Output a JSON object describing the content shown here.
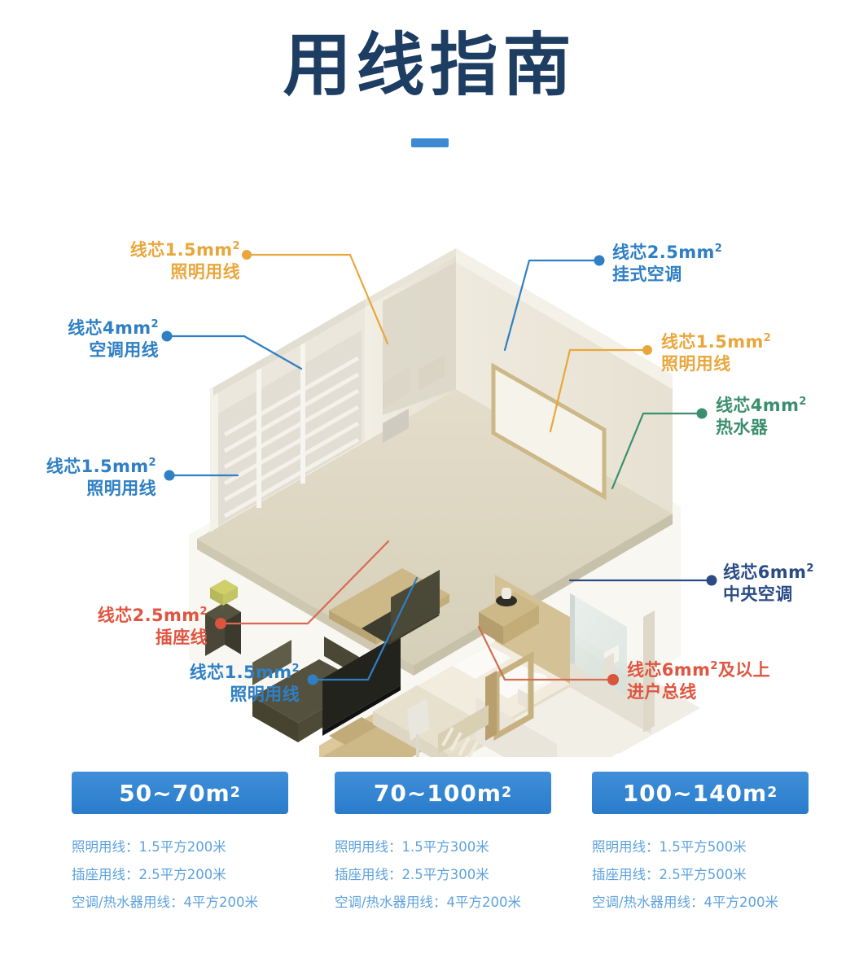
{
  "header": {
    "title": "用线指南",
    "accent_color": "#3c8bd2",
    "title_color": "#1d3d63"
  },
  "illustration": {
    "alt": "isometric cutaway apartment showing living room, bedroom, bathroom and balcony with wiring callouts",
    "palette": {
      "floor": "#ded7c1",
      "wall_light": "#efece1",
      "wall_shade": "#d9d4c6",
      "wood": "#cdb887",
      "dark_furniture": "#4d4a38",
      "glass": "#dfe7e4",
      "shadow": "#ece8dd"
    }
  },
  "callouts": [
    {
      "id": "lighting-top-left",
      "line1": "线芯1.5mm",
      "sup": "2",
      "line2": "照明用线",
      "color": "#e8a73c",
      "color_name": "orange",
      "align": "right"
    },
    {
      "id": "ac-top-left",
      "line1": "线芯4mm",
      "sup": "2",
      "line2": "空调用线",
      "color": "#2f7fc4",
      "color_name": "blue",
      "align": "right"
    },
    {
      "id": "lighting-mid-left",
      "line1": "线芯1.5mm",
      "sup": "2",
      "line2": "照明用线",
      "color": "#2f7fc4",
      "color_name": "blue",
      "align": "right"
    },
    {
      "id": "socket-bottom-left",
      "line1": "线芯2.5mm",
      "sup": "2",
      "line2": "插座线",
      "color": "#df5540",
      "color_name": "red",
      "align": "right"
    },
    {
      "id": "lighting-bottom-left",
      "line1": "线芯1.5mm",
      "sup": "2",
      "line2": "照明用线",
      "color": "#2f7fc4",
      "color_name": "blue",
      "align": "right"
    },
    {
      "id": "wall-ac-top-right",
      "line1": "线芯2.5mm",
      "sup": "2",
      "line2": "挂式空调",
      "color": "#2f7fc4",
      "color_name": "blue",
      "align": "left"
    },
    {
      "id": "lighting-top-right",
      "line1": "线芯1.5mm",
      "sup": "2",
      "line2": "照明用线",
      "color": "#e8a73c",
      "color_name": "orange",
      "align": "left"
    },
    {
      "id": "water-heater-right",
      "line1": "线芯4mm",
      "sup": "2",
      "line2": "热水器",
      "color": "#3c8f6e",
      "color_name": "green",
      "align": "left"
    },
    {
      "id": "central-ac-right",
      "line1": "线芯6mm",
      "sup": "2",
      "line2": "中央空调",
      "color": "#2b4b86",
      "color_name": "navy",
      "align": "left"
    },
    {
      "id": "main-feed-bottom-right",
      "line1": "线芯6mm",
      "sup": "2",
      "line1_tail": "及以上",
      "line2": "进户总线",
      "color": "#df5540",
      "color_name": "red",
      "align": "left"
    }
  ],
  "cards": [
    {
      "id": "area-50-70",
      "title": "50~70m",
      "title_sup": "2",
      "rows": [
        "照明用线：1.5平方200米",
        "插座用线：2.5平方200米",
        "空调/热水器用线：4平方200米"
      ]
    },
    {
      "id": "area-70-100",
      "title": "70~100m",
      "title_sup": "2",
      "rows": [
        "照明用线：1.5平方300米",
        "插座用线：2.5平方300米",
        "空调/热水器用线：4平方200米"
      ]
    },
    {
      "id": "area-100-140",
      "title": "100~140m",
      "title_sup": "2",
      "rows": [
        "照明用线：1.5平方500米",
        "插座用线：2.5平方500米",
        "空调/热水器用线：4平方200米"
      ]
    }
  ]
}
